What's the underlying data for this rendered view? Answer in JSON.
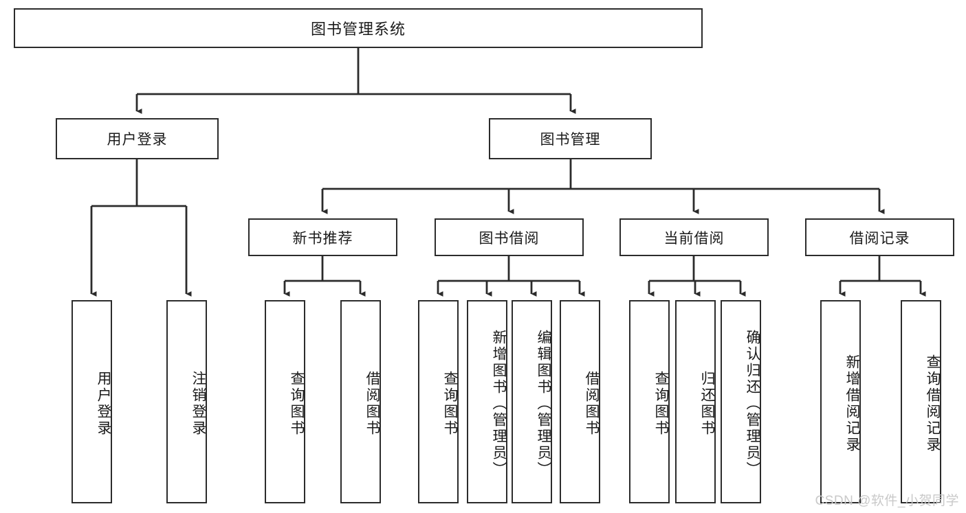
{
  "diagram": {
    "title": "图书管理系统",
    "type": "hierarchy-tree",
    "stroke_color": "#2b2b2b",
    "fill_color": "#ffffff",
    "text_color": "#1a1a1a",
    "root": {
      "label": "图书管理系统"
    },
    "level2": [
      {
        "label": "用户登录"
      },
      {
        "label": "图书管理"
      }
    ],
    "level3": [
      {
        "label": "新书推荐"
      },
      {
        "label": "图书借阅"
      },
      {
        "label": "当前借阅"
      },
      {
        "label": "借阅记录"
      }
    ],
    "leaves": {
      "user_login": [
        {
          "label": "用户登录"
        },
        {
          "label": "注销登录"
        }
      ],
      "new_book_recommend": [
        {
          "label": "查询图书"
        },
        {
          "label": "借阅图书"
        }
      ],
      "book_borrow": [
        {
          "label": "查询图书"
        },
        {
          "label": "新增图书（管理员）"
        },
        {
          "label": "编辑图书（管理员）"
        },
        {
          "label": "借阅图书"
        }
      ],
      "current_borrow": [
        {
          "label": "查询图书"
        },
        {
          "label": "归还图书"
        },
        {
          "label": "确认归还（管理员）"
        }
      ],
      "borrow_record": [
        {
          "label": "新增借阅记录"
        },
        {
          "label": "查询借阅记录"
        }
      ]
    }
  },
  "watermark": {
    "text": "CSDN @软件_小贺同学",
    "color": "#c9c9c9"
  }
}
